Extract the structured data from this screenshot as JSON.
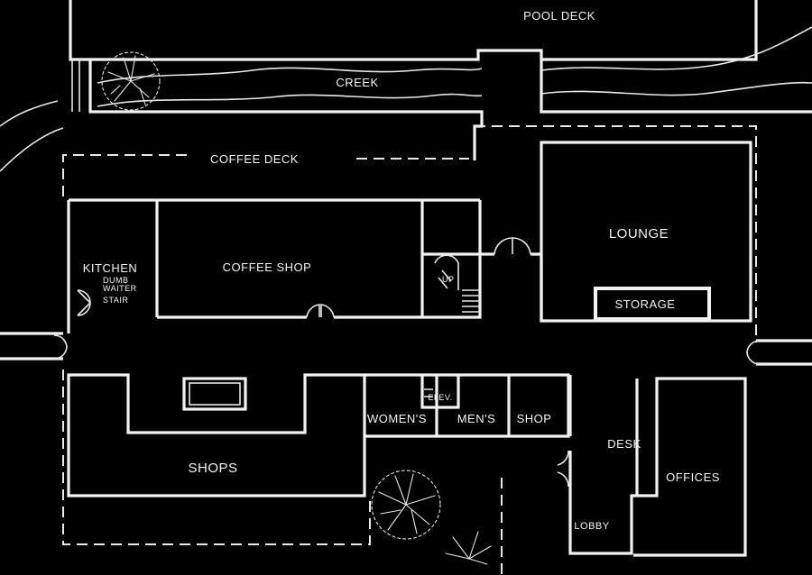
{
  "plan": {
    "rooms": {
      "pool_deck": "POOL DECK",
      "creek": "CREEK",
      "coffee_deck": "COFFEE DECK",
      "kitchen": "KITCHEN",
      "dumb_waiter_1": "DUMB",
      "dumb_waiter_2": "WAITER",
      "stair": "STAIR",
      "coffee_shop": "COFFEE SHOP",
      "up": "UP",
      "lounge": "LOUNGE",
      "storage": "STORAGE",
      "elev": "ELEV.",
      "womens": "WOMEN'S",
      "mens": "MEN'S",
      "shop": "SHOP",
      "shops": "SHOPS",
      "desk": "DESK",
      "offices": "OFFICES",
      "lobby": "LOBBY"
    },
    "colors": {
      "background": "#000000",
      "lines": "#f2f2f2"
    }
  }
}
